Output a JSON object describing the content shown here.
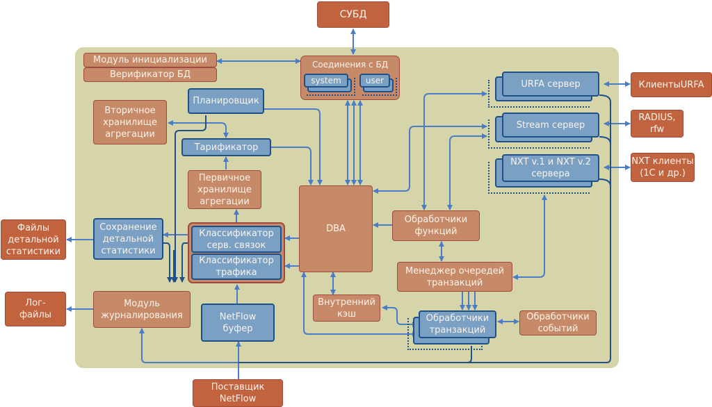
{
  "diagram": {
    "external": {
      "dbms": "СУБД",
      "urfa_clients": "КлиентыURFA",
      "radius": "RADIUS,\nrfw",
      "nxt_clients": "NXT клиенты\n(1С и др.)",
      "detail_files": "Файлы\nдетальной\nстатистики",
      "log_files": "Лог-\nфайлы",
      "netflow_provider": "Поставщик\nNetFlow"
    },
    "modules": {
      "init_module": "Модуль инициализации",
      "db_verifier": "Верификатор БД",
      "db_connections": "Соединения с БД",
      "conn_system": "system",
      "conn_user": "user",
      "scheduler": "Планировщик",
      "secondary_storage": "Вторичное\nхранилище\nагрегации",
      "tarifficator": "Тарификатор",
      "primary_storage": "Первичное\nхранилище\nагрегации",
      "service_classifier": "Классификатор\nсерв. связок",
      "traffic_classifier": "Классификатор\nтрафика",
      "detail_saver": "Сохранение\nдетальной\nстатистики",
      "logging_module": "Модуль\nжурналирования",
      "netflow_buffer": "NetFlow\nбуфер",
      "dba": "DBA",
      "internal_cache": "Внутренний\nкэш",
      "function_handlers": "Обработчики\nфункций",
      "transaction_queue_manager": "Менеджер очередей\nтранзакций",
      "transaction_handlers": "Обработчики\nтранзакций",
      "event_handlers": "Обработчики\nсобытий",
      "urfa_server": "URFA сервер",
      "stream_server": "Stream сервер",
      "nxt_servers": "NXT v.1 и NXT v.2\nсервера"
    },
    "colors": {
      "panel": "#d5d5a9",
      "external_box": "#c2633f",
      "internal_box": "#c68a68",
      "thread_box": "#7aa0c4",
      "arrow_light": "#4a7cc7",
      "arrow_dark": "#1f4f87"
    }
  }
}
